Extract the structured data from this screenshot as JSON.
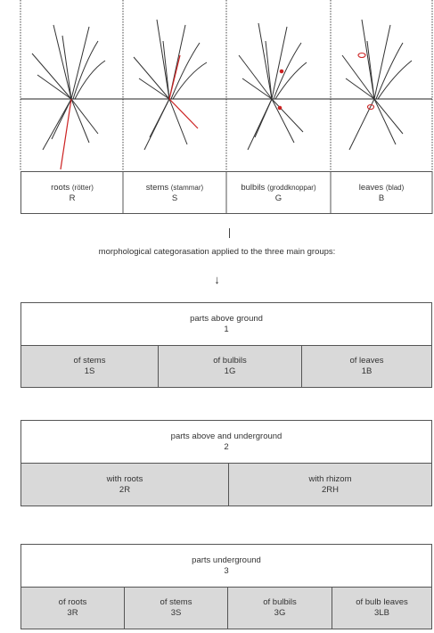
{
  "top_panel": {
    "columns": [
      {
        "name": "roots",
        "sub": "(rötter)",
        "code": "R"
      },
      {
        "name": "stems",
        "sub": "(stammar)",
        "code": "S"
      },
      {
        "name": "bulbils",
        "sub": "(groddknoppar)",
        "code": "G"
      },
      {
        "name": "leaves",
        "sub": "(blad)",
        "code": "B"
      }
    ]
  },
  "flow": {
    "text": "morphological categorasation applied to the three main groups:",
    "arrow": "↓"
  },
  "groups": [
    {
      "title": "parts above ground",
      "number": "1",
      "items": [
        {
          "label": "of stems",
          "code": "1S"
        },
        {
          "label": "of bulbils",
          "code": "1G"
        },
        {
          "label": "of leaves",
          "code": "1B"
        }
      ]
    },
    {
      "title": "parts above and underground",
      "number": "2",
      "items": [
        {
          "label": "with roots",
          "code": "2R"
        },
        {
          "label": "with rhizom",
          "code": "2RH"
        }
      ]
    },
    {
      "title": "parts underground",
      "number": "3",
      "items": [
        {
          "label": "of roots",
          "code": "3R"
        },
        {
          "label": "of stems",
          "code": "3S"
        },
        {
          "label": "of bulbils",
          "code": "3G"
        },
        {
          "label": "of bulb leaves",
          "code": "3LB"
        }
      ]
    }
  ],
  "colors": {
    "highlight": "#cc2222",
    "cell_fill": "#d9d9d9"
  }
}
